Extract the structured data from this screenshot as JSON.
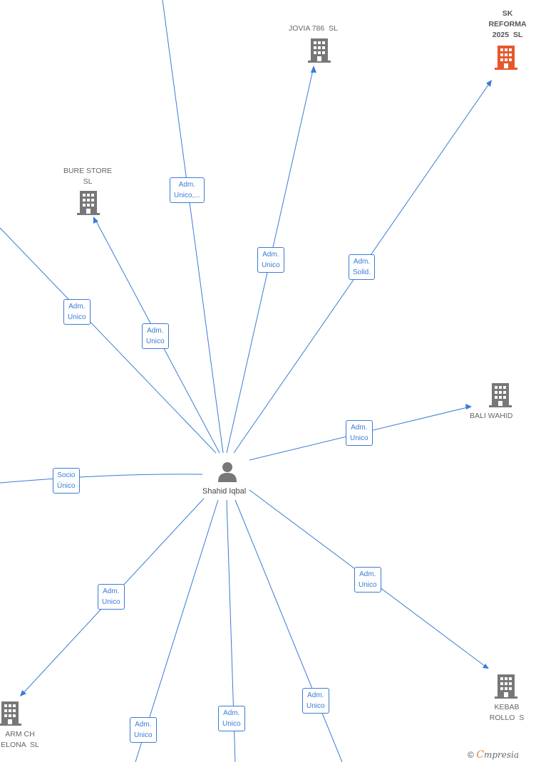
{
  "colors": {
    "edge": "#3a7bd5",
    "company": "#777777",
    "company_highlight": "#e8562a",
    "person": "#777777"
  },
  "person": {
    "name": "Shahid Iqbal",
    "icon": "person-icon"
  },
  "companies": {
    "jovia": "JOVIA 786  SL",
    "sk": "SK\nREFORMA\n2025  SL",
    "bure": "BURE STORE\nSL",
    "bali": "BALI WAHID",
    "kebab": "KEBAB\nROLLO  S",
    "pharm": "ARM CH\nELONA  SL"
  },
  "roles": {
    "r_top": "Adm.\nUnico,...",
    "r_jovia": "Adm.\nUnico",
    "r_sk": "Adm.\nSolid.",
    "r_left": "Adm.\nUnico",
    "r_bure": "Adm.\nUnico",
    "r_bali": "Adm.\nUnico",
    "r_socio": "Socio\nÚnico",
    "r_kebab": "Adm.\nUnico",
    "r_pharm": "Adm.\nUnico",
    "r_b1": "Adm.\nUnico",
    "r_b2": "Adm.\nUnico",
    "r_b3": "Adm.\nUnico"
  },
  "footer": {
    "copyright": "©",
    "brand_first": "C",
    "brand_rest": "mpresia"
  }
}
